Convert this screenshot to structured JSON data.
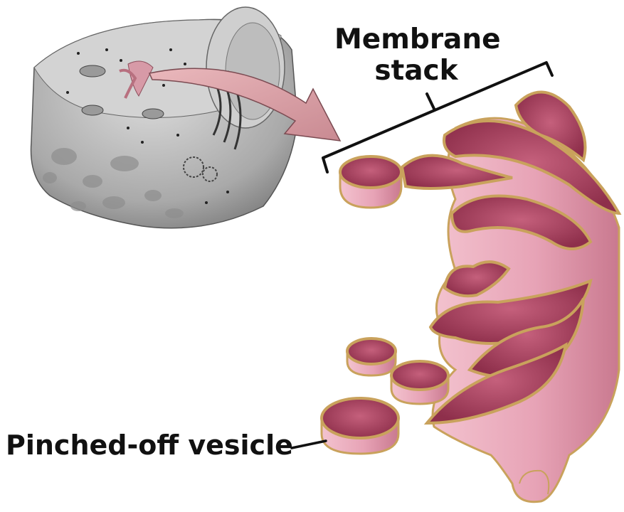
{
  "labels": {
    "membrane_stack_line1": "Membrane",
    "membrane_stack_line2": "stack",
    "pinched_off_vesicle": "Pinched-off vesicle"
  },
  "colors": {
    "membrane_fill": "#e8a6b8",
    "membrane_dark": "#a8435f",
    "membrane_rim": "#c9a25c",
    "arrow_fill": "#e0a7ad",
    "cell_gray": "#b9b9b9",
    "cell_dark": "#6d6d6d"
  }
}
